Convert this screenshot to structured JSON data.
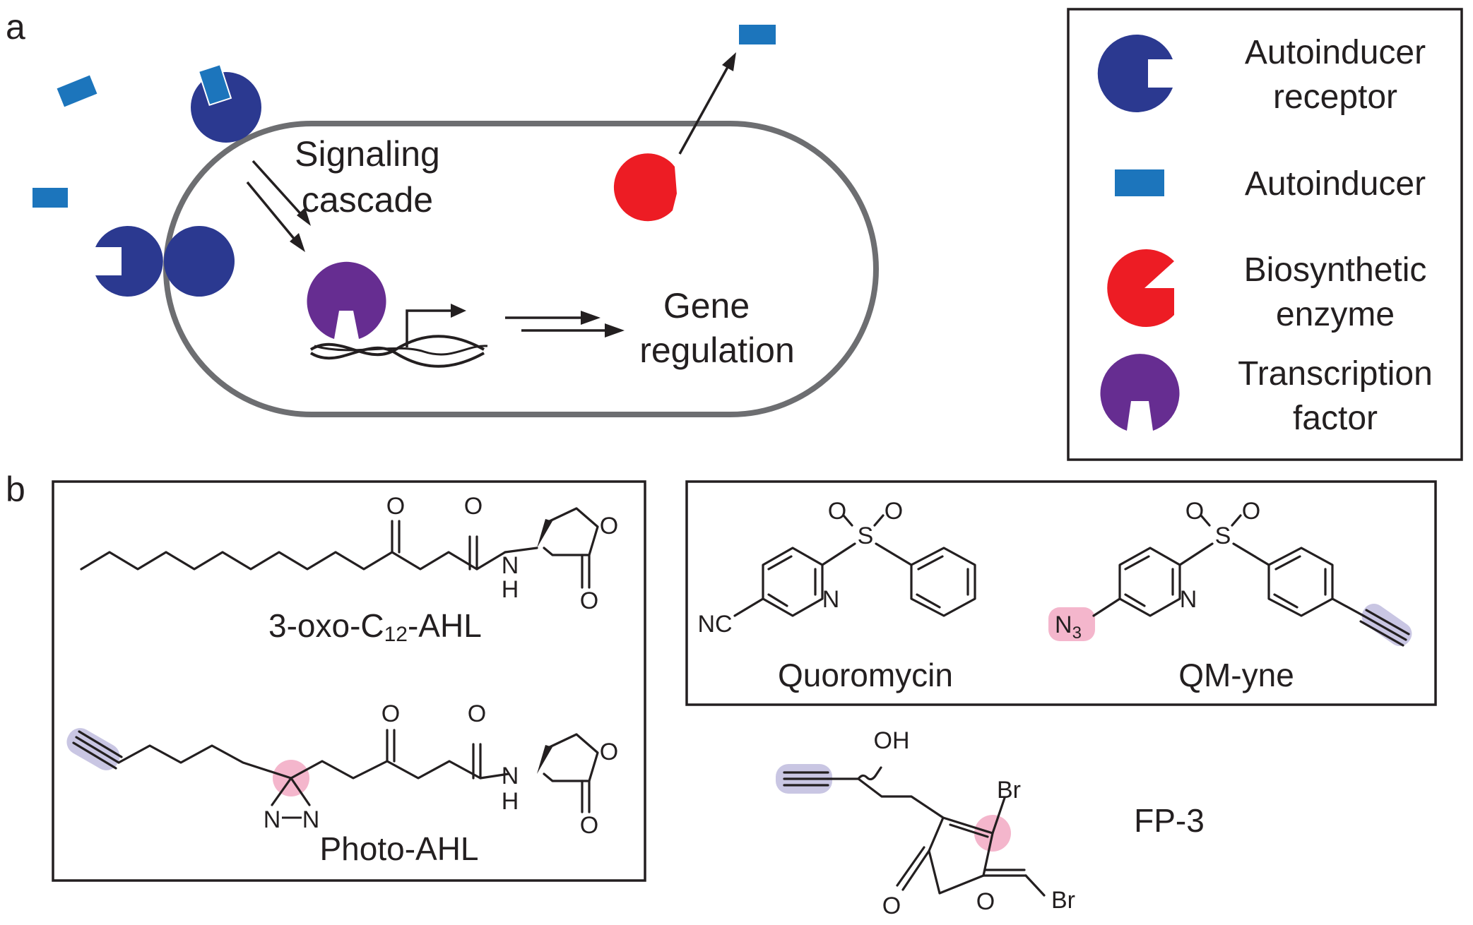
{
  "panels": {
    "a": "a",
    "b": "b"
  },
  "cell": {
    "signaling": [
      "Signaling",
      "cascade"
    ],
    "gene": [
      "Gene",
      "regulation"
    ]
  },
  "legend": [
    {
      "line1": "Autoinducer",
      "line2": "receptor"
    },
    {
      "line1": "Autoinducer",
      "line2": ""
    },
    {
      "line1": "Biosynthetic",
      "line2": "enzyme"
    },
    {
      "line1": "Transcription",
      "line2": "factor"
    }
  ],
  "compounds": {
    "oxo_prefix": "3-oxo-C",
    "oxo_sub": "12",
    "oxo_suffix": "-AHL",
    "photo": "Photo-AHL",
    "quoromycin": "Quoromycin",
    "qmyne": "QM-yne",
    "fp3": "FP-3"
  },
  "atoms": {
    "O": "O",
    "N": "N",
    "H": "H",
    "S": "S",
    "NC": "NC",
    "N3": "N",
    "N3_sub": "3",
    "OH": "OH",
    "Br": "Br"
  },
  "colors": {
    "receptor": "#2b3990",
    "autoinducer": "#1c75bc",
    "enzyme": "#ed1c24",
    "transcription_factor": "#662d91",
    "cell_outline": "#6d6e71",
    "pink_highlight": "#f4b6cc",
    "lavender_highlight": "#c9c6e3"
  }
}
